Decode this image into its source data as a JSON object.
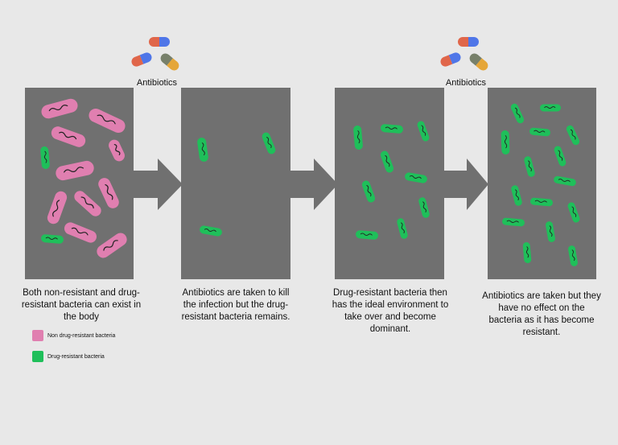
{
  "colors": {
    "background": "#e8e8e8",
    "panel": "#707070",
    "arrow": "#707070",
    "non_resistant": "#e07fb0",
    "resistant": "#1fbf5a",
    "pill_red": "#e0664a",
    "pill_blue": "#4f76e8",
    "pill_olive": "#77806a",
    "pill_amber": "#e5a638"
  },
  "drug_labels": [
    "Antibiotics",
    "Antibiotics"
  ],
  "captions": [
    "Both non-resistant and drug-resistant bacteria can exist in the body",
    "Antibiotics are taken to kill the infection but the drug-resistant bacteria remains.",
    "Drug-resistant bacteria then has the ideal environment to take over and become dominant.",
    "Antibiotics are taken but they have no effect on the bacteria as it has become resistant."
  ],
  "legend": [
    {
      "label": "Non drug-resistant bacteria",
      "color": "#e07fb0"
    },
    {
      "label": "Drug-resistant bacteria",
      "color": "#1fbf5a"
    }
  ],
  "icons": [
    "antibiotic-pills-icon",
    "arrow-right-icon",
    "bacterium-icon"
  ]
}
